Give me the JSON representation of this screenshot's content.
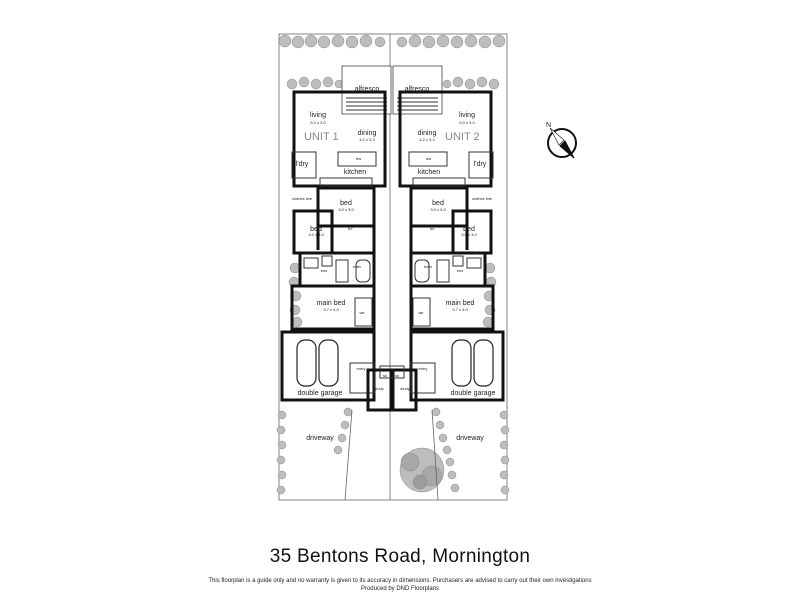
{
  "plan": {
    "unit_labels": [
      "UNIT 1",
      "UNIT 2"
    ],
    "rooms": {
      "alfresco": "alfresco",
      "living": "living",
      "living_dim": "5.0 x 3.0",
      "dining": "dining",
      "dining_dim": "4.2 x 3.3",
      "kitchen": "kitchen",
      "ldry": "l'dry",
      "bed": "bed",
      "bed1_dim": "3.0 x 3.0",
      "bed2_dim": "3.0 x 3.0",
      "main_bed": "main bed",
      "main_bed_dim": "3.7 x 4.0",
      "bath": "bath",
      "ens": "ens",
      "wir": "wir",
      "study": "study",
      "entry": "entry",
      "wc": "wc",
      "dw": "dw",
      "br": "b/r",
      "lin": "lin",
      "clothes_line": "clothes line",
      "double_garage": "double garage",
      "driveway": "driveway",
      "sk": "sk"
    }
  },
  "footer": {
    "title": "35  Bentons Road, Mornington",
    "disclaimer": "This floorplan is a guide only and no warranty is given to its accuracy in dimensions. Purchasers are advised to carry out their own investigations",
    "producer": "Produced by DND Floorplans"
  },
  "compass": {
    "icon": "north-arrow-icon",
    "label": "N"
  }
}
